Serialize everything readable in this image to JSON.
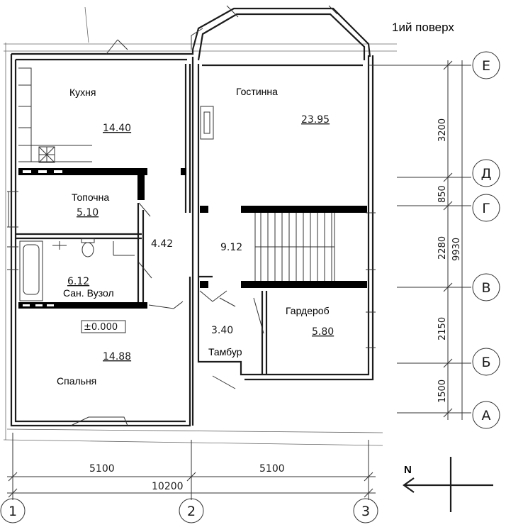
{
  "floor_title": "1ий поверх",
  "rooms": [
    {
      "name": "Кухня",
      "area": "14.40"
    },
    {
      "name": "Гостинна",
      "area": "23.95"
    },
    {
      "name": "Топочна",
      "area": "5.10"
    },
    {
      "name": "",
      "area": "4.42"
    },
    {
      "name": "",
      "area": "9.12"
    },
    {
      "name": "Сан. Вузол",
      "area": "6.12"
    },
    {
      "name": "Гардероб",
      "area": "5.80"
    },
    {
      "name": "Тамбур",
      "area": "3.40"
    },
    {
      "name": "Спальня",
      "area": "14.88"
    }
  ],
  "level_mark": "±0.000",
  "dimensions_horizontal": {
    "left": "5100",
    "right": "5100",
    "total": "10200"
  },
  "dimensions_vertical": [
    "3200",
    "850",
    "2280",
    "2150",
    "1500"
  ],
  "dimension_vertical_total": "9930",
  "axes_columns": [
    "1",
    "2",
    "3"
  ],
  "axes_rows": [
    "Е",
    "Д",
    "Г",
    "В",
    "Б",
    "А"
  ],
  "north_label": "N",
  "colors": {
    "ink": "#1c1c1c",
    "paper": "#ffffff"
  }
}
